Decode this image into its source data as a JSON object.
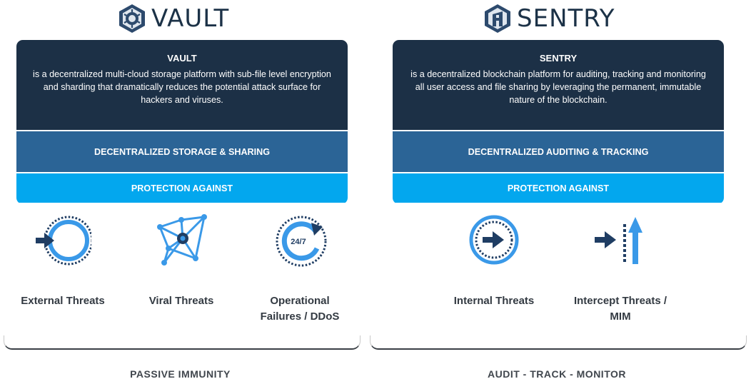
{
  "vault": {
    "logo_text": "VAULT",
    "title": "VAULT",
    "description": "is a decentralized multi-cloud storage platform with sub-file level encryption and sharding that dramatically reduces the potential attack surface for hackers and viruses.",
    "band_primary": "DECENTRALIZED STORAGE & SHARING",
    "band_secondary": "PROTECTION AGAINST",
    "threats": [
      {
        "label": "External Threats",
        "icon": "external-threat-icon"
      },
      {
        "label": "Viral Threats",
        "icon": "viral-threat-icon"
      },
      {
        "label_line1": "Operational",
        "label_line2": "Failures / DDoS",
        "icon": "operational-failure-icon",
        "badge": "24/7"
      }
    ],
    "footer": "PASSIVE IMMUNITY"
  },
  "sentry": {
    "logo_text": "SENTRY",
    "title": "SENTRY",
    "description": "is a decentralized blockchain platform for auditing, tracking and monitoring all user access and file sharing by leveraging the permanent, immutable nature of the blockchain.",
    "band_primary": "DECENTRALIZED AUDITING & TRACKING",
    "band_secondary": "PROTECTION AGAINST",
    "threats": [
      {
        "label": "Internal Threats",
        "icon": "internal-threat-icon"
      },
      {
        "label_line1": "Intercept Threats /",
        "label_line2": "MIM",
        "icon": "intercept-threat-icon"
      }
    ],
    "footer": "AUDIT - TRACK - MONITOR"
  },
  "colors": {
    "navy": "#1c3046",
    "mid_blue": "#2b6496",
    "light_blue": "#03a7ee",
    "icon_blue": "#3a99e8",
    "icon_dark": "#1f3d63"
  }
}
